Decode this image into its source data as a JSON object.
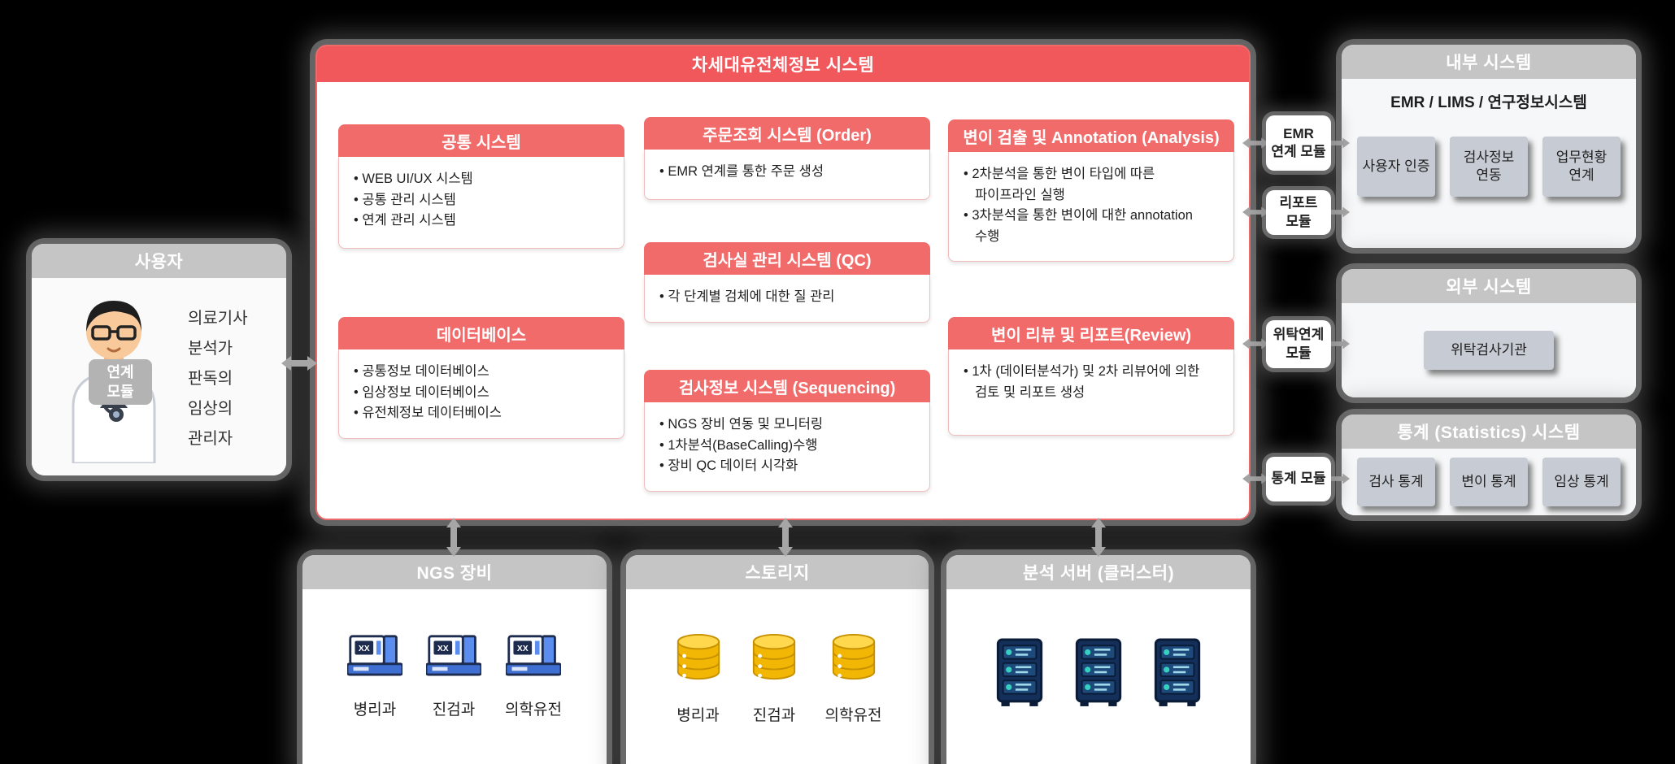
{
  "main": {
    "title": "차세대유전체정보 시스템",
    "common": {
      "title": "공통 시스템",
      "items": [
        "WEB UI/UX 시스템",
        "공통 관리 시스템",
        "연계 관리 시스템"
      ]
    },
    "database": {
      "title": "데이터베이스",
      "items": [
        "공통정보 데이터베이스",
        "임상정보 데이터베이스",
        "유전체정보 데이터베이스"
      ]
    },
    "order": {
      "title": "주문조회 시스템 (Order)",
      "items": [
        "EMR 연계를 통한 주문 생성"
      ]
    },
    "qc": {
      "title": "검사실 관리 시스템 (QC)",
      "items": [
        "각 단계별 검체에 대한 질 관리"
      ]
    },
    "sequencing": {
      "title": "검사정보 시스템 (Sequencing)",
      "items": [
        "NGS 장비 연동 및 모니터링",
        "1차분석(BaseCalling)수행",
        "장비 QC 데이터 시각화"
      ]
    },
    "analysis": {
      "title": "변이 검출 및 Annotation (Analysis)",
      "items": [
        "2차분석을 통한 변이 타입에 따른 파이프라인 실행",
        "3차분석을 통한 변이에 대한 annotation 수행"
      ]
    },
    "review": {
      "title": "변이 리뷰 및 리포트(Review)",
      "items": [
        "1차 (데이터분석가) 및 2차 리뷰어에 의한 검토 및 리포트 생성"
      ]
    }
  },
  "user": {
    "title": "사용자",
    "roles": [
      "의료기사",
      "분석가",
      "판독의",
      "임상의",
      "관리자"
    ],
    "module": "연계 모듈"
  },
  "internal": {
    "title": "내부 시스템",
    "subtitle": "EMR / LIMS / 연구정보시스템",
    "boxes": [
      "사용자 인증",
      "검사정보 연동",
      "업무현황 연계"
    ]
  },
  "external": {
    "title": "외부 시스템",
    "boxes": [
      "위탁검사기관"
    ]
  },
  "stats": {
    "title": "통계 (Statistics) 시스템",
    "boxes": [
      "검사 통계",
      "변이 통계",
      "임상 통계"
    ]
  },
  "modules": {
    "emr": "EMR 연계 모듈",
    "report": "리포트 모듈",
    "consign": "위탁연계 모듈",
    "stat": "통계 모듈"
  },
  "bottom": {
    "ngs": {
      "title": "NGS 장비",
      "labels": [
        "병리과",
        "진검과",
        "의학유전"
      ]
    },
    "storage": {
      "title": "스토리지",
      "labels": [
        "병리과",
        "진검과",
        "의학유전"
      ]
    },
    "server": {
      "title": "분석 서버 (클러스터)"
    }
  },
  "colors": {
    "header_red": "#f0585c",
    "box_red": "#f26b6b",
    "header_gray": "#c5c5c5",
    "gray_box": "#c7cbd3",
    "storage_yellow": "#f2b705",
    "server_navy": "#14305a",
    "background": "#000000"
  }
}
